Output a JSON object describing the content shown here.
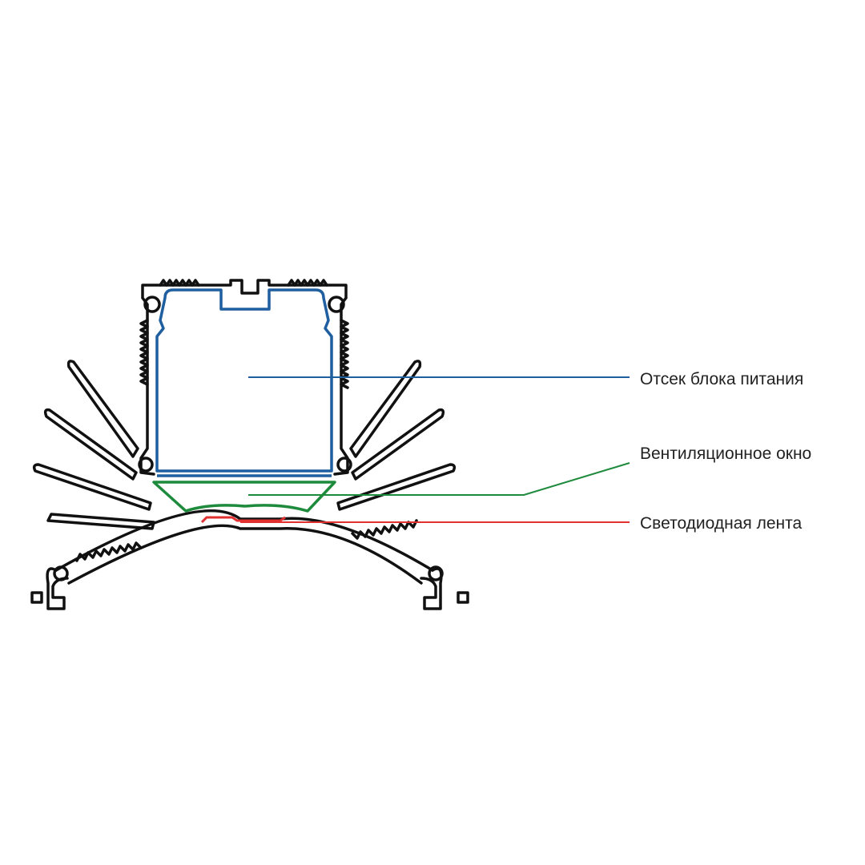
{
  "callouts": [
    {
      "id": "power",
      "text": "Отсек блока питания",
      "color": "#1f5fa0"
    },
    {
      "id": "vent",
      "text": "Вентиляционное окно",
      "color": "#1e8a3c"
    },
    {
      "id": "led",
      "text": "Светодиодная лента",
      "color": "#e03030"
    }
  ],
  "colors": {
    "profile_outline": "#111111",
    "background": "#ffffff"
  }
}
